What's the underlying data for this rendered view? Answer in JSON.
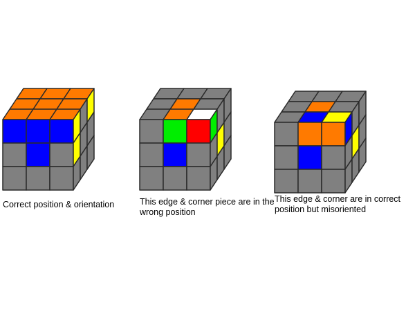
{
  "colors": {
    "gray": "#808080",
    "orange": "#ff7a00",
    "blue": "#0000ff",
    "yellow": "#ffff00",
    "green": "#00ee00",
    "red": "#ff0000",
    "white": "#ffffff",
    "outline": "#2a2a2a"
  },
  "cubes": [
    {
      "caption": "Correct position & orientation",
      "top": [
        [
          "O",
          "O",
          "O"
        ],
        [
          "O",
          "O",
          "O"
        ],
        [
          "O",
          "O",
          "O"
        ]
      ],
      "front": [
        [
          "B",
          "B",
          "B"
        ],
        [
          "G",
          "B",
          "G"
        ],
        [
          "G",
          "G",
          "G"
        ]
      ],
      "side": [
        [
          "Y",
          "G",
          "Y"
        ],
        [
          "Y",
          "G",
          "G"
        ],
        [
          "G",
          "G",
          "G"
        ]
      ]
    },
    {
      "caption": "This edge & corner piece are in the wrong position",
      "top": [
        [
          "G",
          "G",
          "G"
        ],
        [
          "G",
          "O",
          "G"
        ],
        [
          "G",
          "O",
          "W"
        ]
      ],
      "front": [
        [
          "G",
          "Gr",
          "R"
        ],
        [
          "G",
          "B",
          "G"
        ],
        [
          "G",
          "G",
          "G"
        ]
      ],
      "side": [
        [
          "Gr",
          "G",
          "G"
        ],
        [
          "G",
          "Y",
          "G"
        ],
        [
          "G",
          "G",
          "G"
        ]
      ]
    },
    {
      "caption": "This edge & corner are in correct position but misoriented",
      "top": [
        [
          "G",
          "G",
          "G"
        ],
        [
          "G",
          "O",
          "G"
        ],
        [
          "G",
          "B",
          "Y"
        ]
      ],
      "front": [
        [
          "G",
          "O",
          "O"
        ],
        [
          "G",
          "B",
          "G"
        ],
        [
          "G",
          "G",
          "G"
        ]
      ],
      "side": [
        [
          "B",
          "G",
          "G"
        ],
        [
          "G",
          "Y",
          "G"
        ],
        [
          "G",
          "G",
          "G"
        ]
      ]
    }
  ]
}
